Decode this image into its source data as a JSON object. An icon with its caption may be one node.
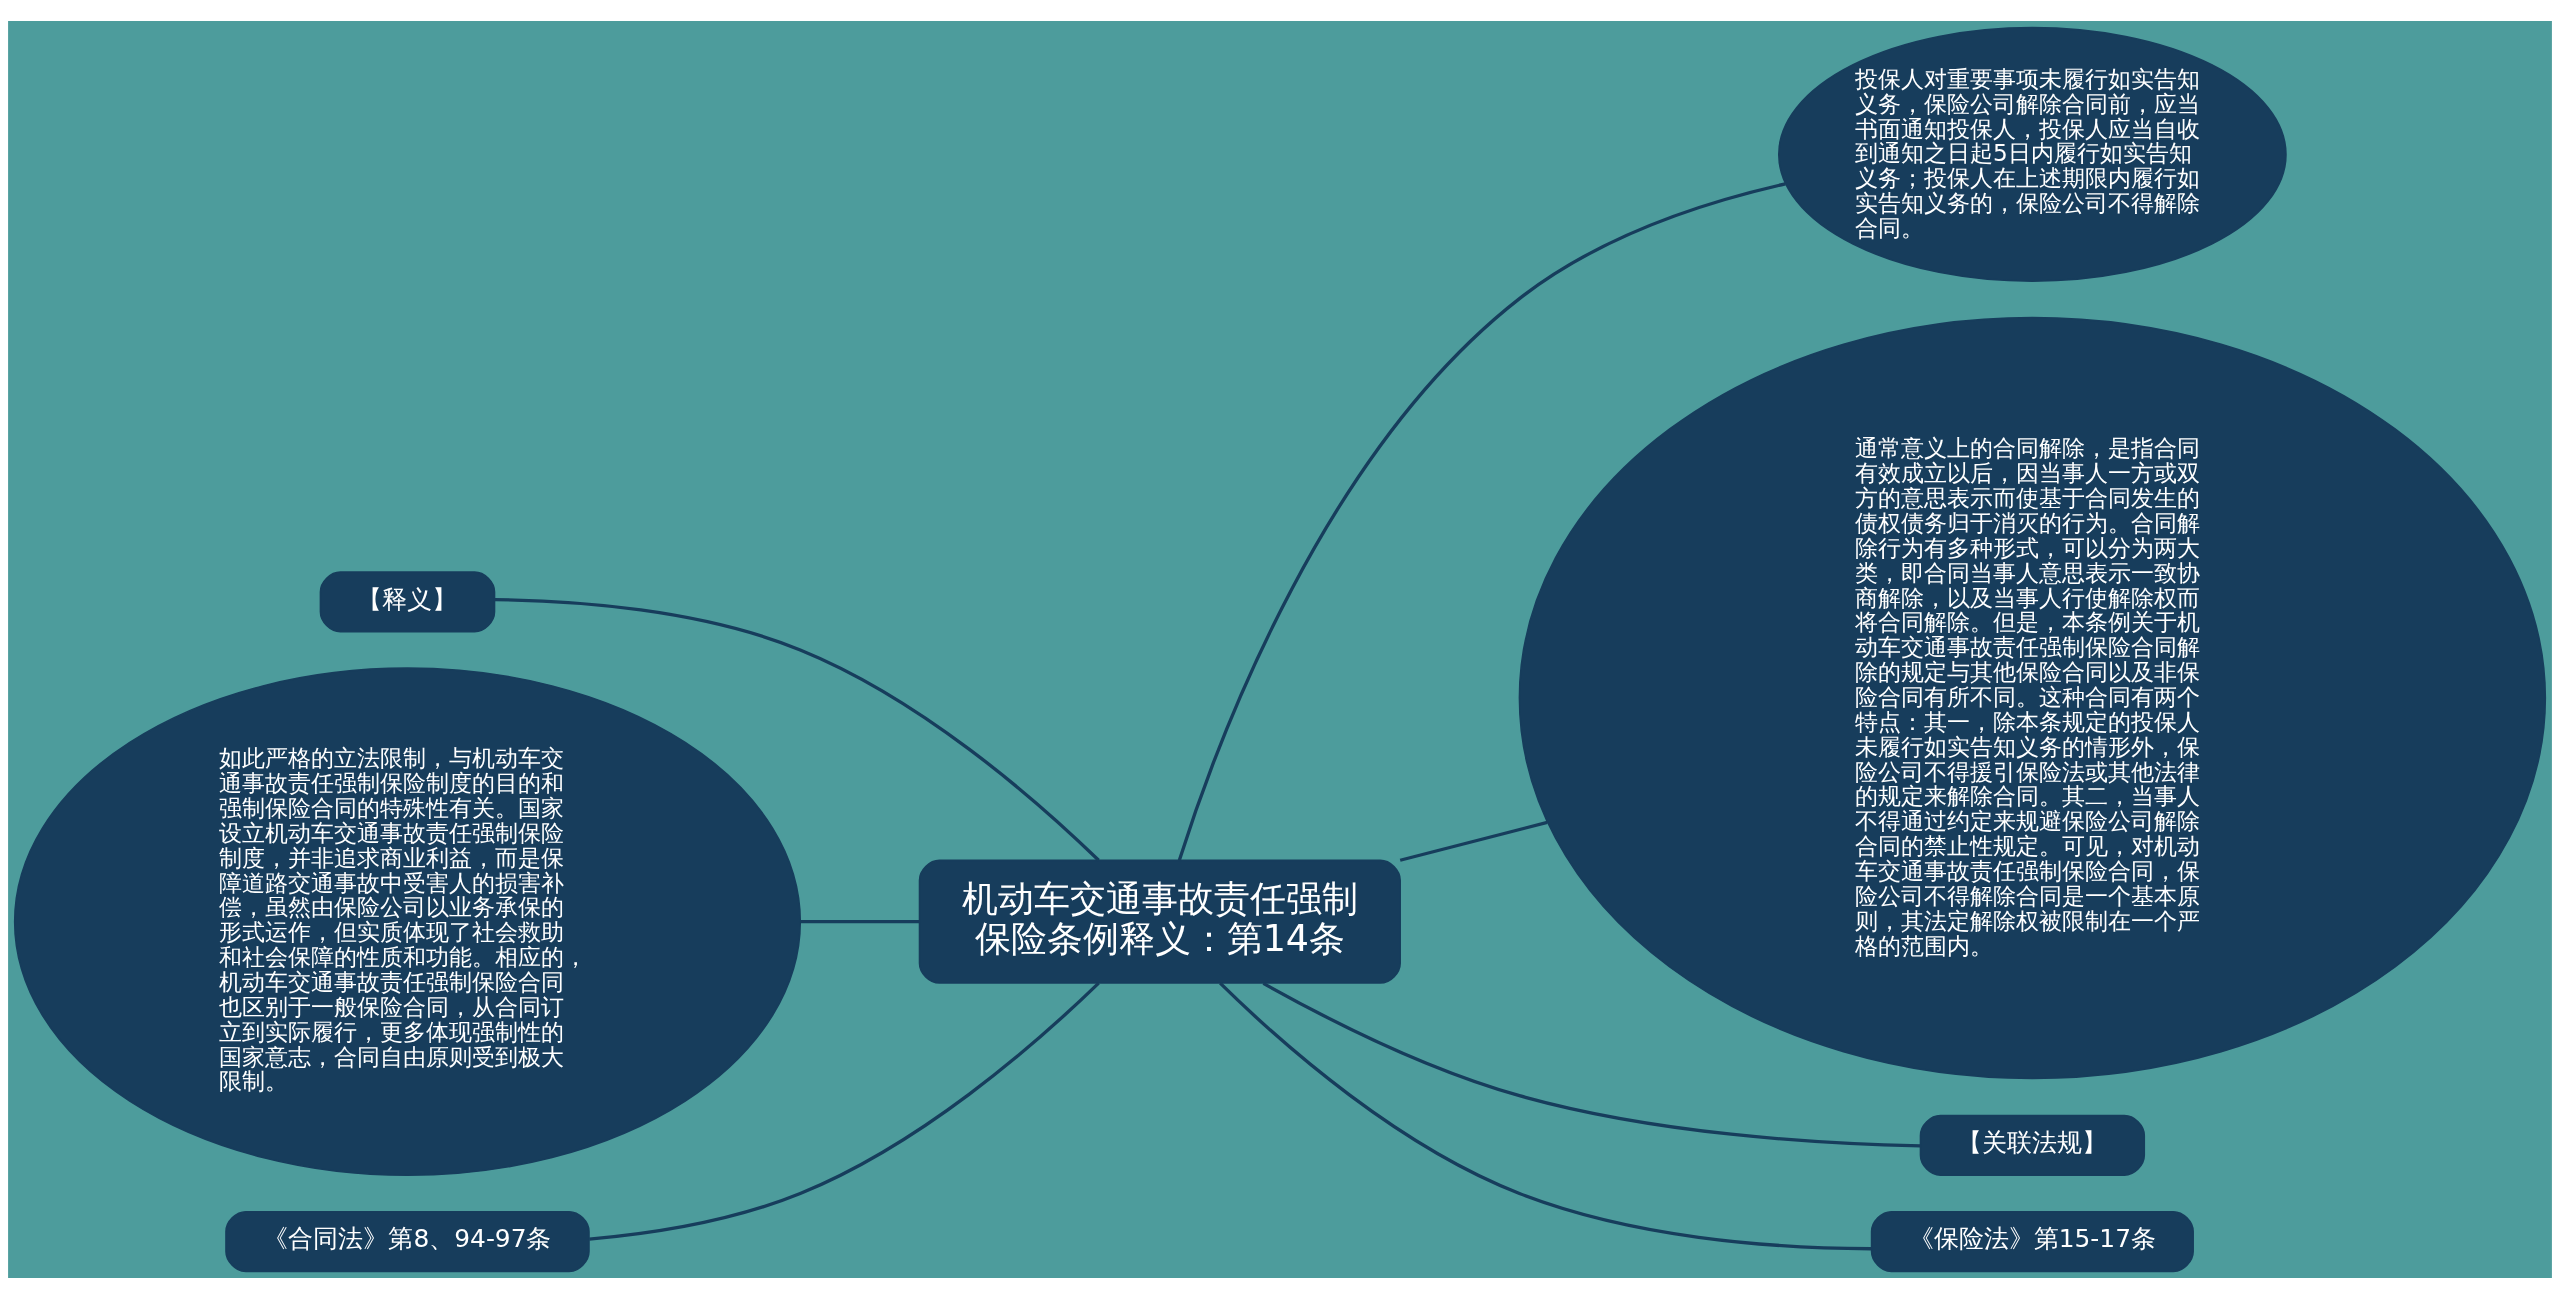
{
  "diagram": {
    "nodes": [
      {
        "text": [
          "机动车交通事故责任强制保险条例释义：第14条"
        ]
      },
      {
        "text": [
          "【释义】"
        ]
      },
      {
        "text": [
          "如此严格的立法限制，与机动车交通事故责任强制保险制度的目的和强制保险合同的特殊性有关。国家设立机动车交通事故责任强制保险制度，并非追求商业利益，而是保障道路交通事故中受害人的损害补偿，虽然由保险公司以业务承保的形式运作，但实质体现了社会救助和社会保障的性质和功能。相应的，机动车交通事故责任强制保险合同也区别于一般保险合同，从合同订立到实际履行，更多体现强制性的国家意志，合同自由原则受到极大限制。"
        ]
      },
      {
        "text": [
          "《合同法》第8、94-97条"
        ]
      },
      {
        "text": [
          "投保人对重要事项未履行如实告知义务，保险公司解除合同前，应当书面通知投保人，投保人应当自收到通知之日起5日内履行如实告知义务；投保人在上述期限内履行如实告知义务的，保险公司不得解除合同。"
        ]
      },
      {
        "text": [
          "通常意义上的合同解除，是指合同有效成立以后，因当事人一方或双方的意思表示而使基于合同发生的债权债务归于消灭的行为。合同解除行为有多种形式，可以分为两大类，即合同当事人意思表示一致协商解除，以及当事人行使解除权而将合同解除。但是，本条例关于机动车交通事故责任强制保险合同解除的规定与其他保险合同以及非保险合同有所不同。这种合同有两个特点：其一，除本条规定的投保人未履行如实告知义务的情形外，保险公司不得援引保险法或其他法律的规定来解除合同。其二，当事人不得通过约定来规避保险公司解除合同的禁止性规定。可见，对机动车交通事故责任强制保险合同，保险公司不得解除合同是一个基本原则，其法定解除权被限制在一个严格的范围内。"
        ]
      },
      {
        "text": [
          "【关联法规】"
        ]
      },
      {
        "text": [
          "《保险法》第15-17条"
        ]
      }
    ],
    "edges": [
      {
        "from": 1,
        "to": 0,
        "arrow": "none"
      },
      {
        "from": 2,
        "to": 0,
        "arrow": "none"
      },
      {
        "from": 3,
        "to": 0,
        "arrow": "none"
      },
      {
        "from": 0,
        "to": 4,
        "arrow": "none"
      },
      {
        "from": 0,
        "to": 5,
        "arrow": "none"
      },
      {
        "from": 0,
        "to": 6,
        "arrow": "none"
      },
      {
        "from": 0,
        "to": 7,
        "arrow": "none"
      }
    ]
  }
}
